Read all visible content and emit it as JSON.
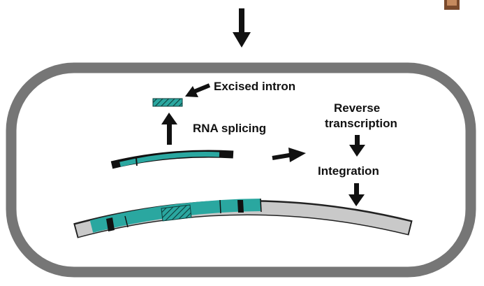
{
  "labels": {
    "excised_intron": "Excised intron",
    "rna_splicing": "RNA splicing",
    "reverse_line1": "Reverse",
    "reverse_line2": "transcription",
    "integration": "Integration"
  },
  "colors": {
    "cell_wall": "#767676",
    "exon_teal": "#2aa7a0",
    "host_dna_gray": "#c9c9c9",
    "arrow": "#111111",
    "corner_photo": "#7a4a2c"
  },
  "icons": {
    "arrows": "arrow-icon"
  }
}
